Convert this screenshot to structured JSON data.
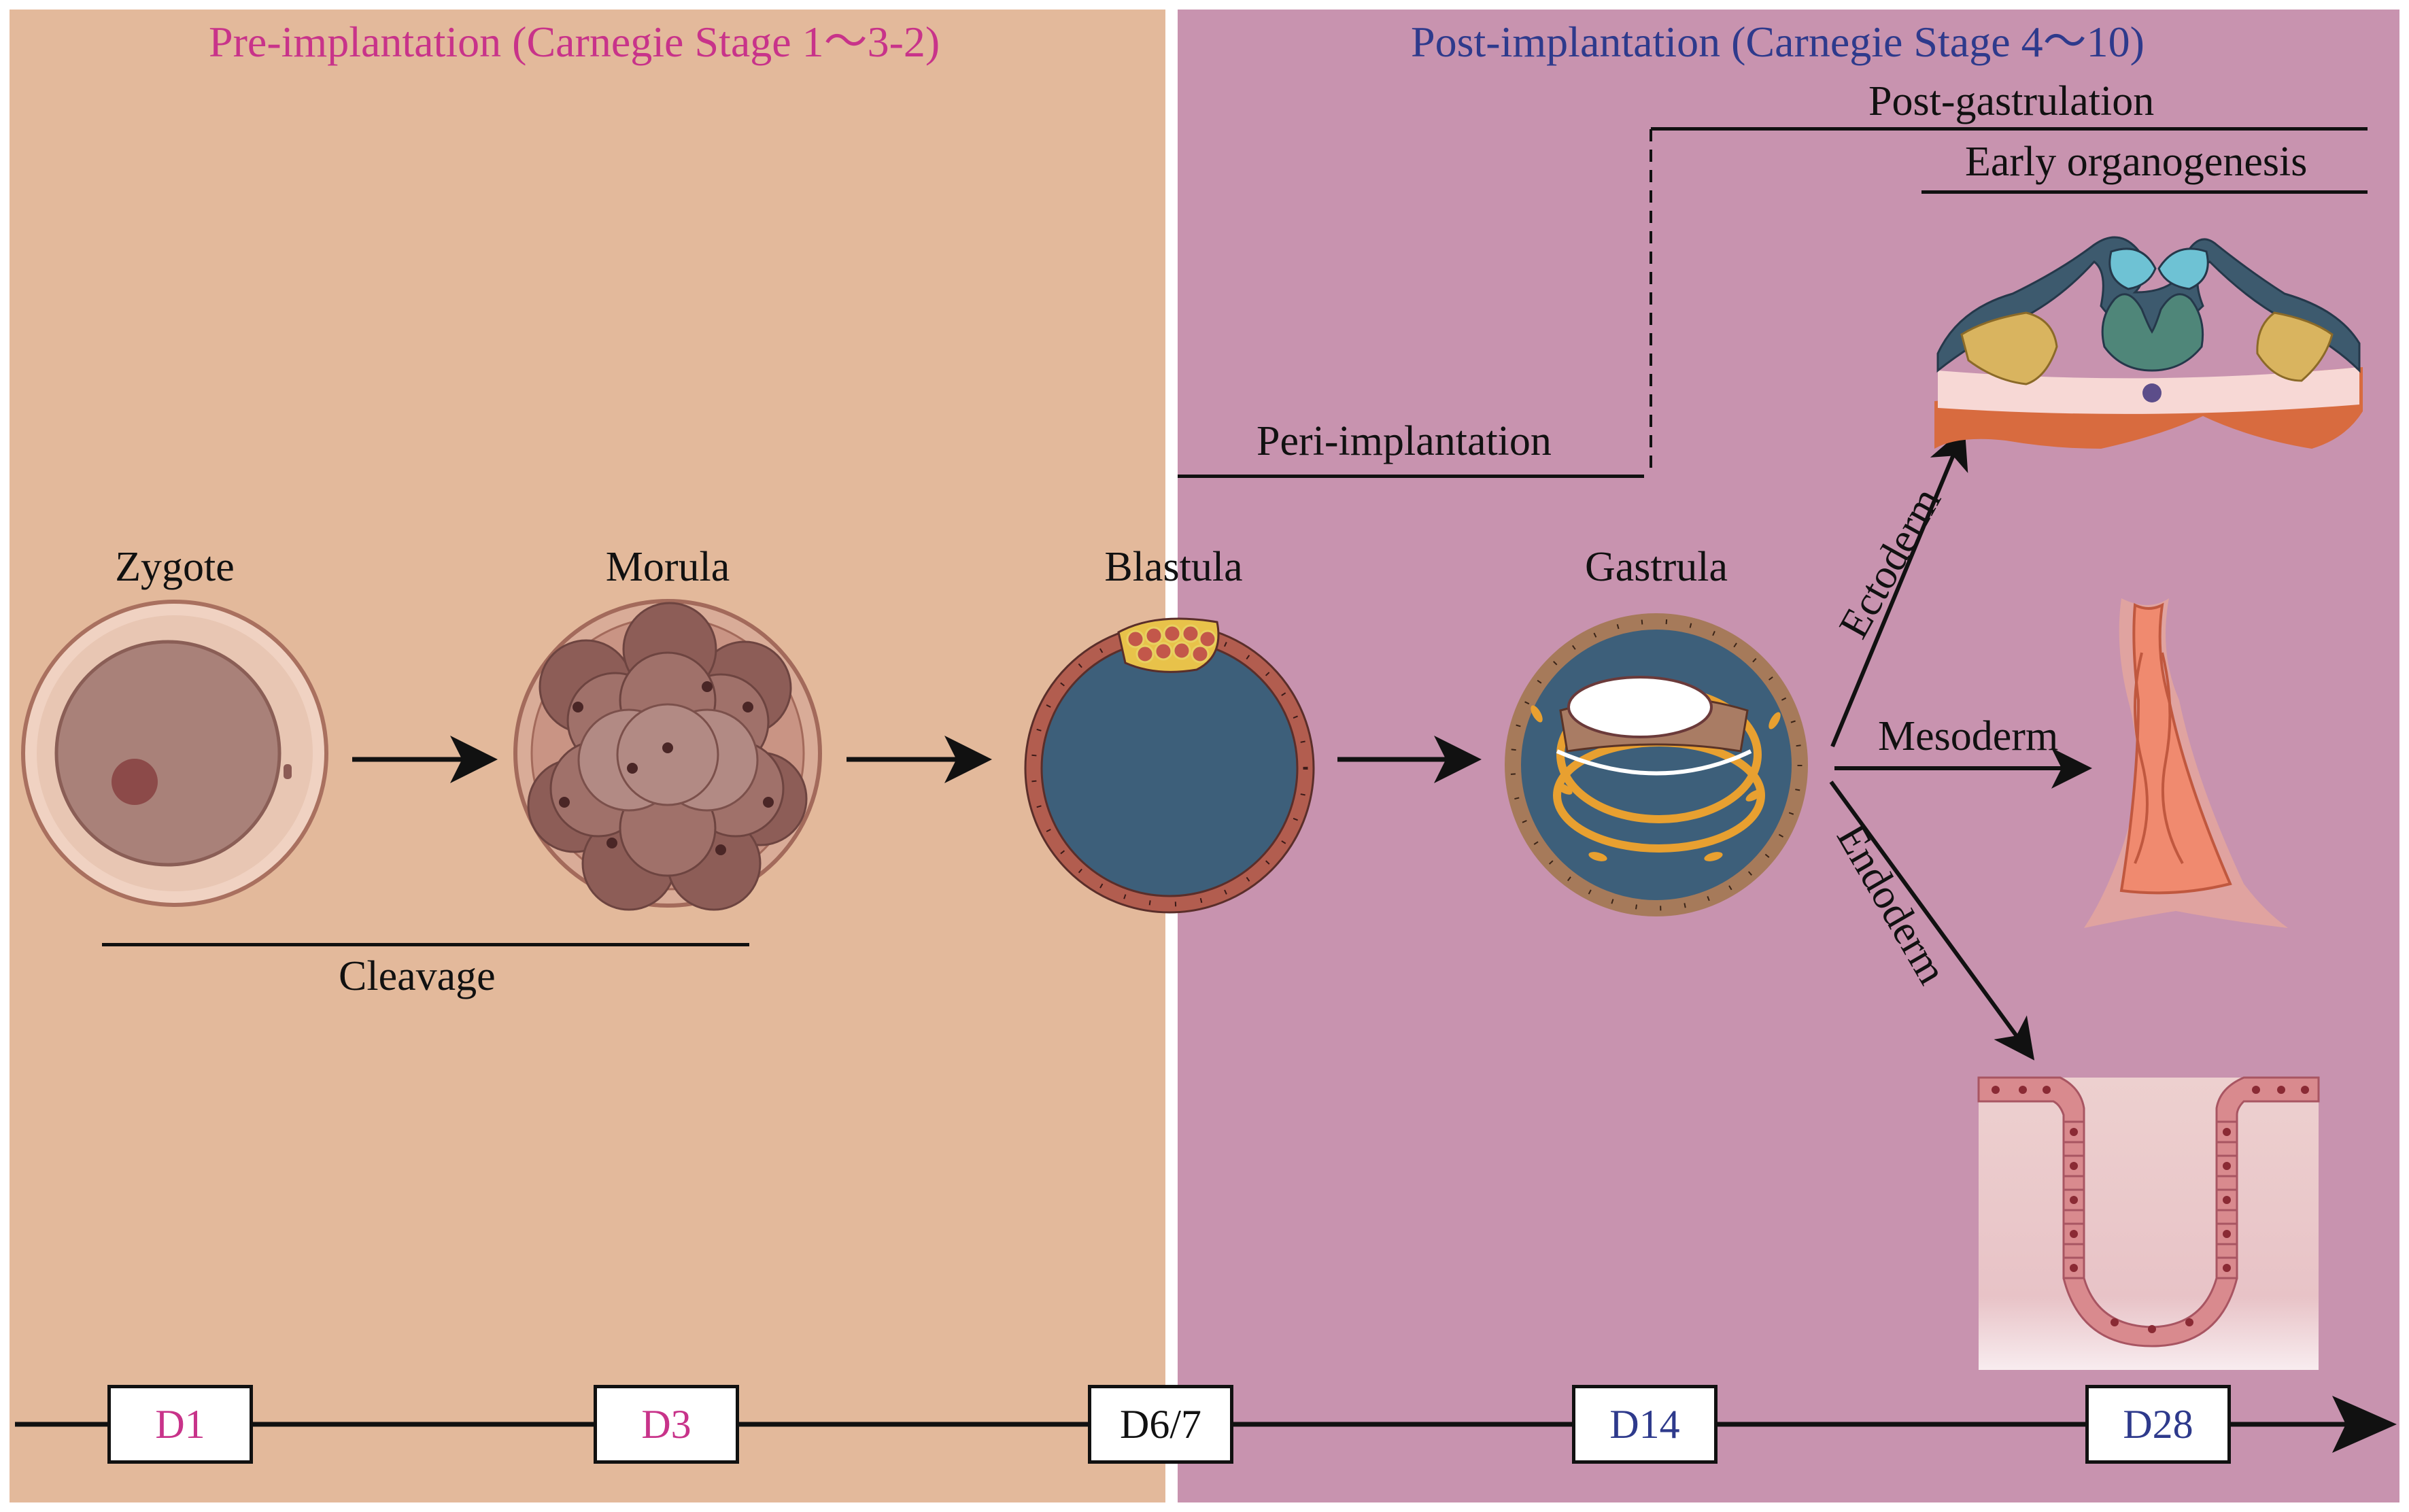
{
  "colors": {
    "pre_bg": "#e3b99b",
    "post_bg": "#c893af",
    "pre_title": "#c8338a",
    "post_title": "#2e3a8c",
    "cavity": "#3d5f7a",
    "cell": "#b25d4f"
  },
  "phases": {
    "pre": {
      "title": "Pre-implantation (Carnegie Stage 1～3-2)"
    },
    "post": {
      "title": "Post-implantation (Carnegie Stage 4～10)"
    }
  },
  "periods": {
    "cleavage": "Cleavage",
    "peri_implantation": "Peri-implantation",
    "post_gastrulation": "Post-gastrulation",
    "early_organogenesis": "Early organogenesis"
  },
  "stages": [
    {
      "label": "Zygote"
    },
    {
      "label": "Morula"
    },
    {
      "label": "Blastula"
    },
    {
      "label": "Gastrula"
    }
  ],
  "germ_layers": {
    "ectoderm": "Ectoderm",
    "mesoderm": "Mesoderm",
    "endoderm": "Endoderm"
  },
  "timeline": {
    "days": [
      {
        "label": "D1",
        "color": "#c8338a"
      },
      {
        "label": "D3",
        "color": "#c8338a"
      },
      {
        "label": "D6/7",
        "color": "#111111"
      },
      {
        "label": "D14",
        "color": "#2e3a8c"
      },
      {
        "label": "D28",
        "color": "#2e3a8c"
      }
    ]
  }
}
